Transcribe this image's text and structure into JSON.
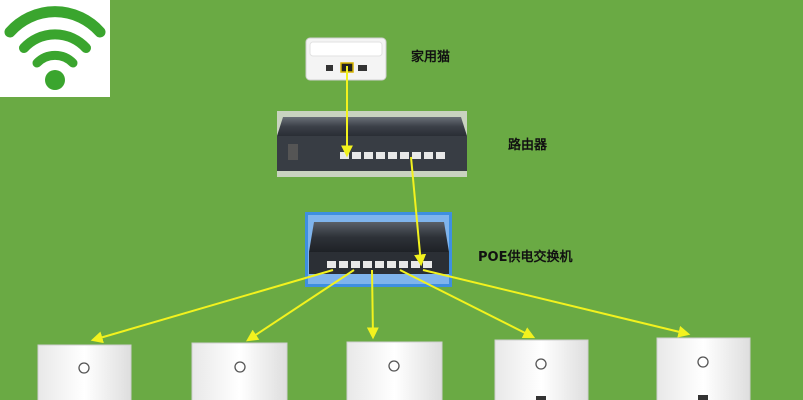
{
  "diagram": {
    "nodes": {
      "wifi_logo": {
        "icon": "wifi-icon",
        "color": "#3aa52e"
      },
      "modem": {
        "label": "家用猫",
        "icon": "modem-device"
      },
      "router": {
        "label": "路由器",
        "icon": "router-device"
      },
      "poe_switch": {
        "label": "POE供电交换机",
        "icon": "poe-switch-device"
      },
      "access_points": [
        {
          "icon": "wall-ap-panel"
        },
        {
          "icon": "wall-ap-panel"
        },
        {
          "icon": "wall-ap-panel"
        },
        {
          "icon": "wall-ap-panel"
        },
        {
          "icon": "wall-ap-panel"
        }
      ]
    },
    "connections": [
      {
        "from": "modem",
        "to": "router"
      },
      {
        "from": "router",
        "to": "poe_switch"
      },
      {
        "from": "poe_switch",
        "to": "ap-1"
      },
      {
        "from": "poe_switch",
        "to": "ap-2"
      },
      {
        "from": "poe_switch",
        "to": "ap-3"
      },
      {
        "from": "poe_switch",
        "to": "ap-4"
      },
      {
        "from": "poe_switch",
        "to": "ap-5"
      }
    ],
    "colors": {
      "background": "#6aaa44",
      "arrow": "#f2f21e",
      "switch_border": "#3e8fe0",
      "device_body": "#3b4048"
    }
  }
}
